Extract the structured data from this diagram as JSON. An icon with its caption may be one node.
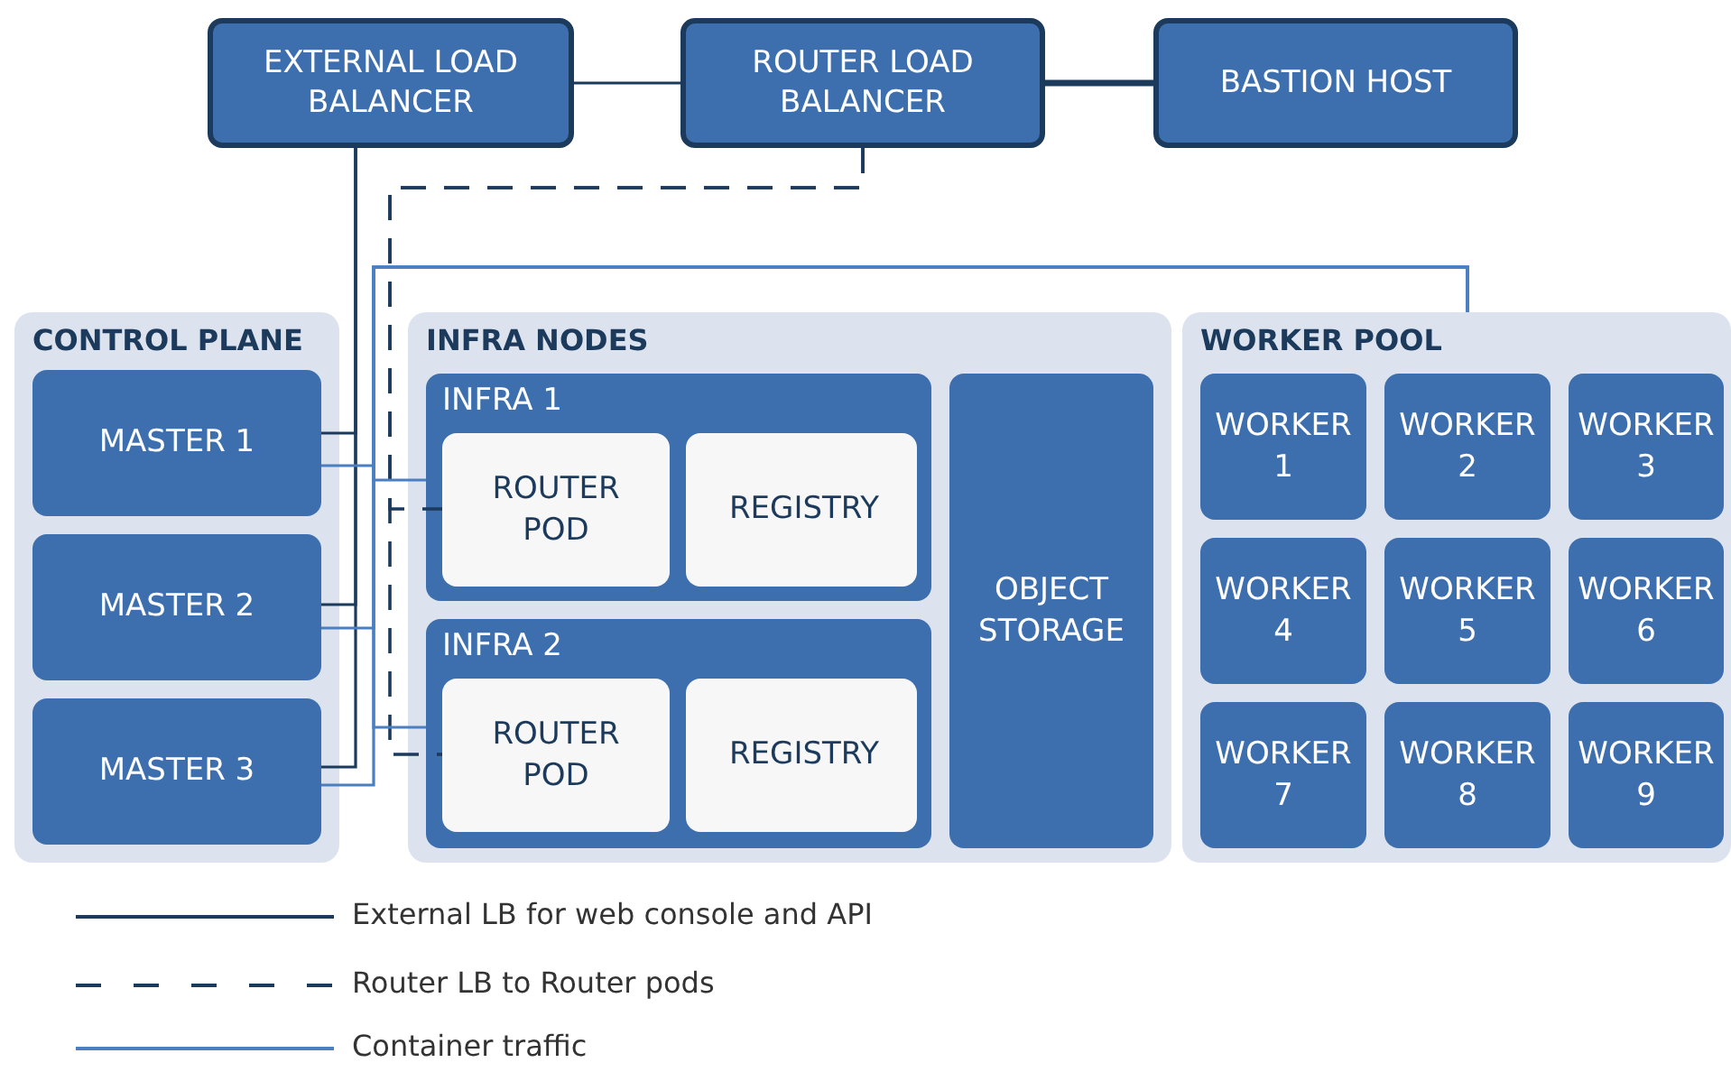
{
  "diagram": {
    "nodes": [
      {
        "text": [
          "EXTERNAL LOAD BALANCER"
        ]
      },
      {
        "text": [
          "ROUTER LOAD BALANCER"
        ]
      },
      {
        "text": [
          "BASTION HOST"
        ]
      },
      {
        "text": [
          "CONTROL PLANE"
        ]
      },
      {
        "text": [
          "MASTER 1"
        ],
        "in": 3
      },
      {
        "text": [
          "MASTER 2"
        ],
        "in": 3
      },
      {
        "text": [
          "MASTER 3"
        ],
        "in": 3
      },
      {
        "text": [
          "INFRA NODES"
        ]
      },
      {
        "text": [
          "INFRA 1"
        ],
        "in": 7
      },
      {
        "text": [
          "ROUTER POD"
        ],
        "in": 8
      },
      {
        "text": [
          "REGISTRY"
        ],
        "in": 8
      },
      {
        "text": [
          "INFRA 2"
        ],
        "in": 7
      },
      {
        "text": [
          "ROUTER POD"
        ],
        "in": 11
      },
      {
        "text": [
          "REGISTRY"
        ],
        "in": 11
      },
      {
        "text": [
          "OBJECT STORAGE"
        ],
        "in": 7
      },
      {
        "text": [
          "WORKER POOL"
        ]
      },
      {
        "text": [
          "WORKER 1"
        ],
        "in": 15
      },
      {
        "text": [
          "WORKER 2"
        ],
        "in": 15
      },
      {
        "text": [
          "WORKER 3"
        ],
        "in": 15
      },
      {
        "text": [
          "WORKER 4"
        ],
        "in": 15
      },
      {
        "text": [
          "WORKER 5"
        ],
        "in": 15
      },
      {
        "text": [
          "WORKER 6"
        ],
        "in": 15
      },
      {
        "text": [
          "WORKER 7"
        ],
        "in": 15
      },
      {
        "text": [
          "WORKER 8"
        ],
        "in": 15
      },
      {
        "text": [
          "WORKER 9"
        ],
        "in": 15
      }
    ],
    "edges": [
      {
        "from": 0,
        "to": 1,
        "arrow": "none"
      },
      {
        "from": 1,
        "to": 2,
        "arrow": "none",
        "style": "thick"
      },
      {
        "from": 0,
        "to": 4,
        "arrow": "none"
      },
      {
        "from": 0,
        "to": 5,
        "arrow": "none"
      },
      {
        "from": 0,
        "to": 6,
        "arrow": "none"
      },
      {
        "from": 1,
        "to": 9,
        "arrow": "none",
        "style": "dashed"
      },
      {
        "from": 1,
        "to": 12,
        "arrow": "none",
        "style": "dashed"
      },
      {
        "from": 4,
        "to": 15,
        "arrow": "none",
        "color": "#4a7fc1"
      },
      {
        "from": 5,
        "to": 15,
        "arrow": "none",
        "color": "#4a7fc1"
      },
      {
        "from": 6,
        "to": 15,
        "arrow": "none",
        "color": "#4a7fc1"
      },
      {
        "from": 8,
        "to": 15,
        "arrow": "none",
        "color": "#4a7fc1"
      },
      {
        "from": 11,
        "to": 15,
        "arrow": "none",
        "color": "#4a7fc1"
      }
    ],
    "legend": [
      {
        "text": "External LB for web console and API"
      },
      {
        "text": "Router LB to Router pods"
      },
      {
        "text": "Container traffic"
      }
    ]
  }
}
